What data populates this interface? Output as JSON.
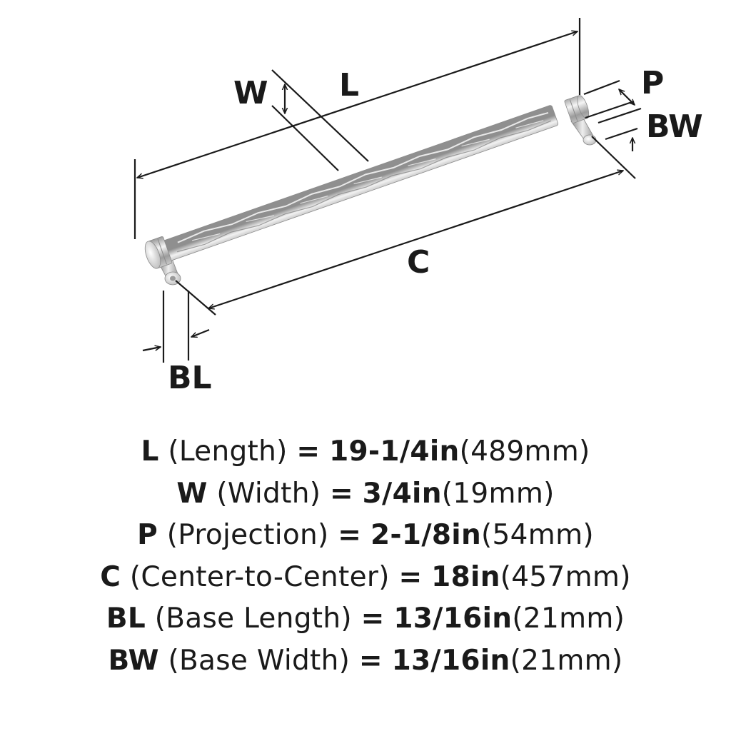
{
  "labels": {
    "L": "L",
    "W": "W",
    "P": "P",
    "BW": "BW",
    "C": "C",
    "BL": "BL"
  },
  "specs": [
    {
      "key": "L",
      "desc": "(Length)",
      "eq": "=",
      "imperial": "19-1/4in",
      "metric": "(489mm)"
    },
    {
      "key": "W",
      "desc": "(Width)",
      "eq": "=",
      "imperial": "3/4in",
      "metric": "(19mm)"
    },
    {
      "key": "P",
      "desc": "(Projection)",
      "eq": "=",
      "imperial": "2-1/8in",
      "metric": "(54mm)"
    },
    {
      "key": "C",
      "desc": "(Center-to-Center)",
      "eq": "=",
      "imperial": "18in",
      "metric": "(457mm)"
    },
    {
      "key": "BL",
      "desc": "(Base Length)",
      "eq": "=",
      "imperial": "13/16in",
      "metric": "(21mm)"
    },
    {
      "key": "BW",
      "desc": "(Base Width)",
      "eq": "=",
      "imperial": "13/16in",
      "metric": "(21mm)"
    }
  ]
}
